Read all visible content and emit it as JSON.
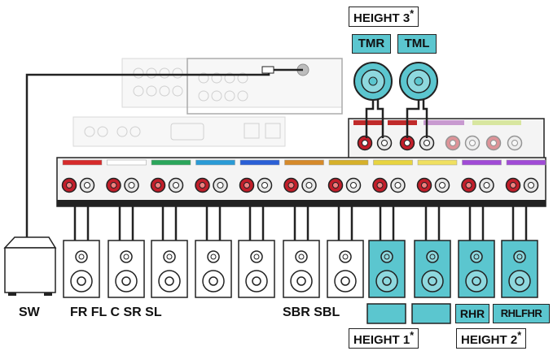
{
  "labels": {
    "sw": "SW",
    "front_group": "FR FL C SR SL",
    "back_group": "SBR SBL",
    "height3": "HEIGHT 3",
    "height1": "HEIGHT 1",
    "height2": "HEIGHT 2",
    "asterisk": "*",
    "tmr": "TMR",
    "tml": "TML",
    "rhr": "RHR",
    "rhl_fhr": "RHLFHR"
  },
  "terminal_group_colors": [
    "#d62a2a",
    "#ffffff",
    "#2aa55a",
    "#2a9bd6",
    "#2a5fd6",
    "#d68a2a",
    "#d6b02a",
    "#e8d440",
    "#f0e060",
    "#a04ad6",
    "#a04ad6"
  ],
  "colors": {
    "accent_cyan": "#5bc6cf",
    "speaker_fill": "#ffffff",
    "line": "#222222",
    "panel_gray": "#e6e6e6"
  }
}
